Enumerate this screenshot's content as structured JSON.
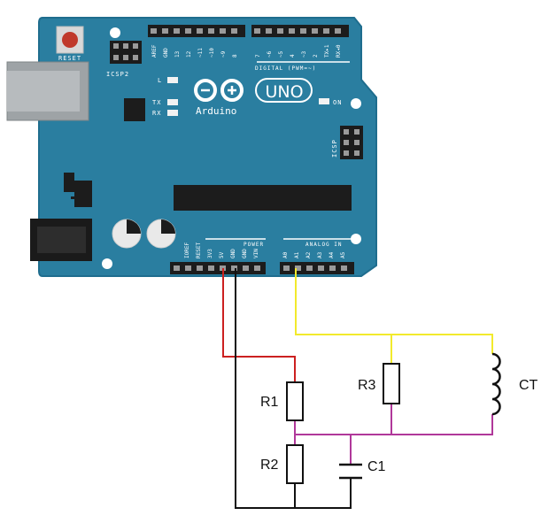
{
  "board": {
    "reset_label": "RESET",
    "icsp2_label": "ICSP2",
    "icsp_label": "ICSP",
    "led_l": "L",
    "led_tx": "TX",
    "led_rx": "RX",
    "on_label": "ON",
    "brand_name": "Arduino",
    "model_name": "UNO",
    "digital_header_label": "DIGITAL (PWM=~)",
    "power_label": "POWER",
    "analog_label": "ANALOG IN",
    "digital_top_pins": [
      "AREF",
      "GND",
      "13",
      "12",
      "~11",
      "~10",
      "~9",
      "8"
    ],
    "digital_right_pins": [
      "7",
      "~6",
      "~5",
      "4",
      "~3",
      "2",
      "TX▸1",
      "RX◂0"
    ],
    "power_pins": [
      "IOREF",
      "RESET",
      "3V3",
      "5V",
      "GND",
      "GND",
      "VIN"
    ],
    "analog_pins": [
      "A0",
      "A1",
      "A2",
      "A3",
      "A4",
      "A5"
    ],
    "colors": {
      "board": "#2a7ea0",
      "board_edge": "#1f6d8e",
      "reset_button": "#c0392b"
    }
  },
  "circuit": {
    "components": {
      "r1": "R1",
      "r2": "R2",
      "r3": "R3",
      "c1": "C1",
      "ct": "CT"
    },
    "wire_colors": {
      "red": "#cc2020",
      "black": "#111111",
      "yellow": "#f2ea2c",
      "magenta": "#b0389a"
    }
  }
}
